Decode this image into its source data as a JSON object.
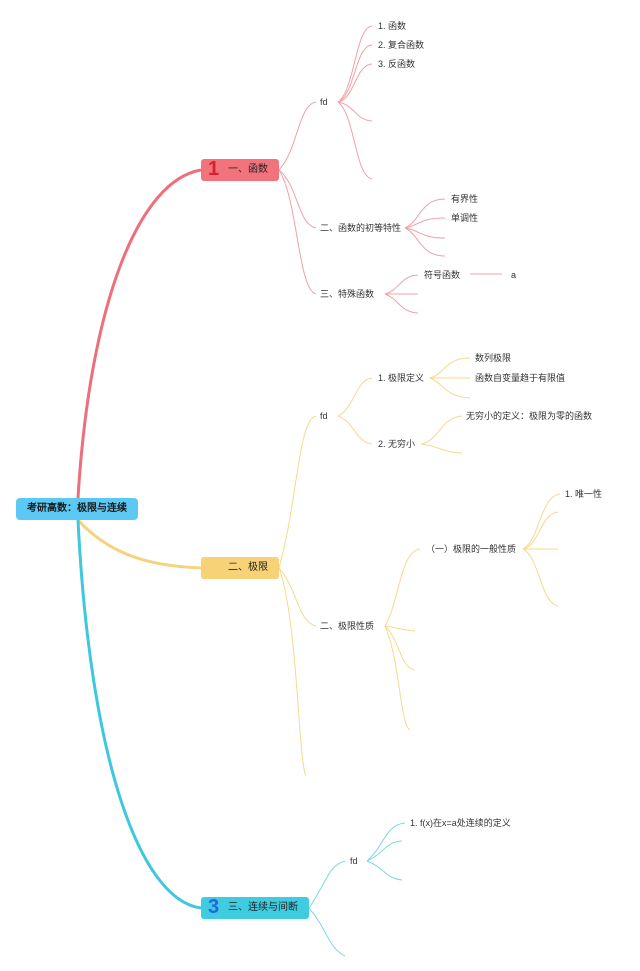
{
  "root": {
    "label": "考研高数：极限与连续"
  },
  "branches": [
    {
      "number": "1",
      "label": "一、函数",
      "children": {
        "fd": "fd",
        "fd_items": [
          "1. 函数",
          "2. 复合函数",
          "3. 反函数"
        ],
        "elementary": "二、函数的初等特性",
        "elementary_items": [
          "有界性",
          "单调性"
        ],
        "special": "三、特殊函数",
        "special_items": [
          "符号函数"
        ],
        "special_leaf": "a"
      }
    },
    {
      "number": "",
      "label": "二、极限",
      "children": {
        "fd": "fd",
        "definition": "1. 极限定义",
        "definition_items": [
          "数列极限",
          "函数自变量趋于有限值"
        ],
        "infinitesimal": "2. 无穷小",
        "infinitesimal_items": [
          "无穷小的定义：极限为零的函数"
        ],
        "properties": "二、极限性质",
        "general_properties": "（一）极限的一般性质",
        "general_items": [
          "1. 唯一性"
        ]
      }
    },
    {
      "number": "3",
      "label": "三、连续与间断",
      "children": {
        "fd": "fd",
        "fd_items": [
          "1. f(x)在x=a处连续的定义"
        ]
      }
    }
  ],
  "colors": {
    "root": "#5cc9f5",
    "branch1": "#f3737d",
    "branch2": "#f8d277",
    "branch3": "#3fcbe0",
    "branch1_num": "#d7202f",
    "branch3_num": "#1f6ad9"
  }
}
